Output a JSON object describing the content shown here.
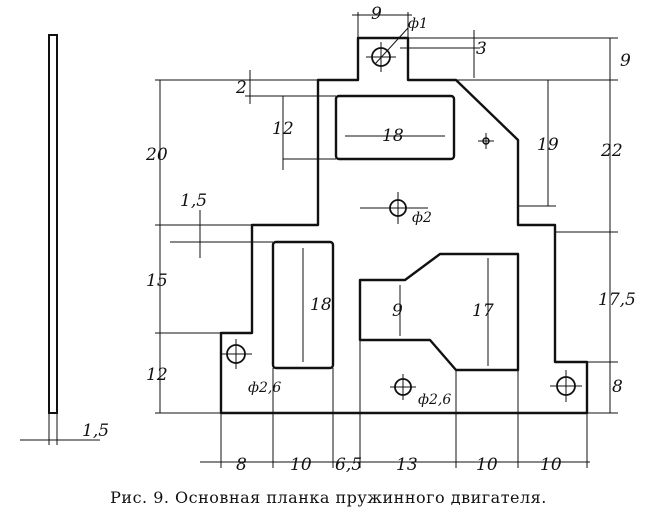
{
  "caption": "Рис. 9. Основная планка пружинного двигателя.",
  "dimensions": {
    "top_width": "9",
    "hole_top": "ф1",
    "top_offset": "3",
    "right_top": "9",
    "left_small": "2",
    "left_20": "20",
    "inner_12": "12",
    "slot_top_width": "18",
    "right_19": "19",
    "right_22": "22",
    "hole_mid": "ф2",
    "left_1_5": "1,5",
    "left_15": "15",
    "left_12": "12",
    "slot_left_height": "18",
    "cut_9": "9",
    "cut_17": "17",
    "right_17_5": "17,5",
    "hole_left": "ф2,6",
    "hole_bottom": "ф2,6",
    "right_8": "8",
    "side_thickness": "1,5",
    "bottom_8": "8",
    "bottom_10a": "10",
    "bottom_6_5": "6,5",
    "bottom_13": "13",
    "bottom_10b": "10",
    "bottom_10c": "10"
  }
}
